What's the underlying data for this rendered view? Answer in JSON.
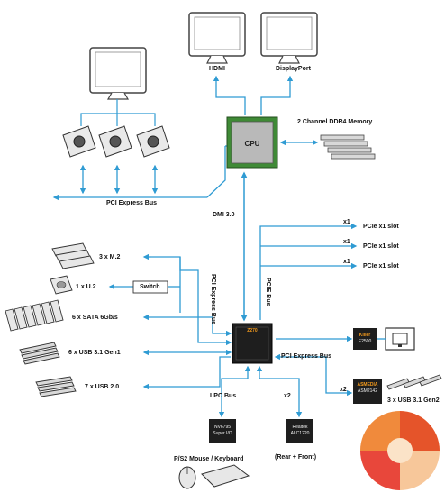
{
  "monitors": [
    {
      "label": "HDMI"
    },
    {
      "label": "DisplayPort"
    }
  ],
  "cpu": {
    "label": "CPU"
  },
  "memory": {
    "label": "2 Channel DDR4 Memory"
  },
  "pcie_top": {
    "label": "PCI Express Bus"
  },
  "dmi": {
    "label": "DMI 3.0"
  },
  "pcie_slots": [
    {
      "count": "x1",
      "label": "PCIe x1 slot"
    },
    {
      "count": "x1",
      "label": "PCIe x1 slot"
    },
    {
      "count": "x1",
      "label": "PCIe x1 slot"
    }
  ],
  "pcie_bus_vertical": "PCIE Bus",
  "pci_express_bus_vertical": "PCI Express Bus",
  "storage": [
    {
      "label": "3 x M.2"
    },
    {
      "label": "1 x U.2"
    },
    {
      "label": "6 x SATA 6Gb/s"
    },
    {
      "label": "6 x USB 3.1 Gen1"
    },
    {
      "label": "7 x USB 2.0"
    }
  ],
  "switch": {
    "label": "Switch"
  },
  "pch": {
    "label": "Z270"
  },
  "lan_chip": {
    "line1": "Killer",
    "line2": "E2500"
  },
  "pci_express_bus_right": "PCI Express Bus",
  "asmedia": {
    "line1": "ASMEDIA",
    "line2": "ASM2142",
    "link": "x2",
    "label": "3 x USB 3.1 Gen2"
  },
  "lpc_bus": {
    "label": "LPC Bus"
  },
  "superio": {
    "line1": "NV6795",
    "line2": "Super I/O"
  },
  "audio": {
    "link": "x2",
    "line1": "Realtek",
    "line2": "ALC1220",
    "label": "(Rear + Front)"
  },
  "ps2": {
    "label": "P/S2 Mouse / Keyboard"
  },
  "colors": {
    "arrow": "#2f9bd3",
    "chip": "#1e1e1e",
    "cpu_pcb": "#3f8a36",
    "accent_orange": "#f39a1d"
  }
}
